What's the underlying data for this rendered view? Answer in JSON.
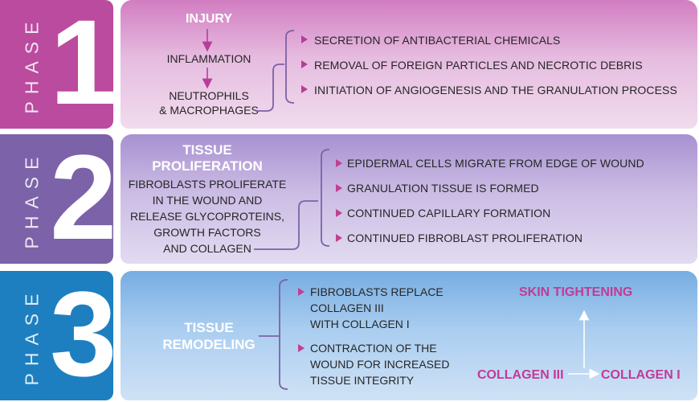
{
  "phases": [
    {
      "word": "PHASE",
      "number": "1",
      "flow": [
        "INJURY",
        "INFLAMMATION",
        "NEUTROPHILS",
        "& MACROPHAGES"
      ],
      "bullets": [
        "SECRETION OF ANTIBACTERIAL CHEMICALS",
        "REMOVAL OF FOREIGN PARTICLES AND NECROTIC DEBRIS",
        "INITIATION OF ANGIOGENESIS AND THE GRANULATION PROCESS"
      ]
    },
    {
      "word": "PHASE",
      "number": "2",
      "title_line1": "TISSUE",
      "title_line2": "PROLIFERATION",
      "description": [
        "FIBROBLASTS PROLIFERATE",
        "IN THE WOUND AND",
        "RELEASE GLYCOPROTEINS,",
        "GROWTH FACTORS",
        "AND COLLAGEN"
      ],
      "bullets": [
        "EPIDERMAL CELLS MIGRATE FROM EDGE OF WOUND",
        "GRANULATION TISSUE IS FORMED",
        "CONTINUED CAPILLARY FORMATION",
        "CONTINUED FIBROBLAST PROLIFERATION"
      ]
    },
    {
      "word": "PHASE",
      "number": "3",
      "title_line1": "TISSUE",
      "title_line2": "REMODELING",
      "bullet1": [
        "FIBROBLASTS REPLACE",
        "COLLAGEN III",
        "WITH COLLAGEN I"
      ],
      "bullet2": [
        "CONTRACTION OF THE",
        "WOUND FOR INCREASED",
        "TISSUE INTEGRITY"
      ],
      "diagram": {
        "top": "SKIN TIGHTENING",
        "left": "COLLAGEN III",
        "right": "COLLAGEN I"
      }
    }
  ],
  "colors": {
    "phase1": "#bb4b9e",
    "phase2": "#7c62a8",
    "phase3": "#1d7fc0",
    "accent": "#c33a96"
  }
}
